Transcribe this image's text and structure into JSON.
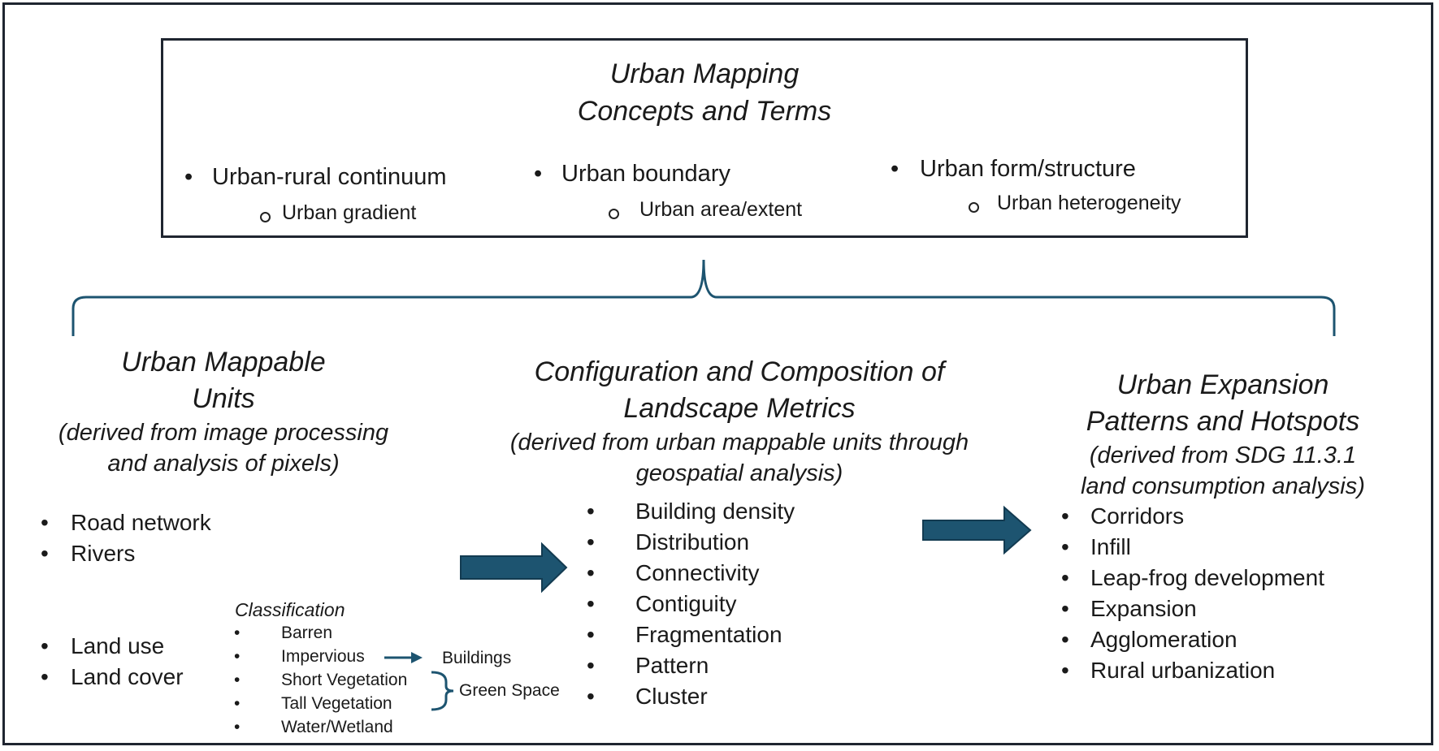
{
  "top_box": {
    "title_line1": "Urban Mapping",
    "title_line2": "Concepts and Terms",
    "concepts": [
      {
        "label": "Urban-rural continuum",
        "sub": "Urban gradient"
      },
      {
        "label": "Urban boundary",
        "sub": "Urban area/extent"
      },
      {
        "label": "Urban form/structure",
        "sub": "Urban heterogeneity"
      }
    ]
  },
  "columns": {
    "left": {
      "title_line1": "Urban Mappable",
      "title_line2": "Units",
      "subtitle_line1": "(derived from image processing",
      "subtitle_line2": "and analysis of pixels)",
      "items_a": [
        "Road network",
        "Rivers"
      ],
      "items_b": [
        "Land use",
        "Land cover"
      ],
      "classification": {
        "heading": "Classification",
        "items": [
          "Barren",
          "Impervious",
          "Short Vegetation",
          "Tall Vegetation",
          "Water/Wetland"
        ],
        "buildings_label": "Buildings",
        "green_space_label": "Green Space"
      }
    },
    "middle": {
      "title_line1": "Configuration and Composition of",
      "title_line2": "Landscape Metrics",
      "subtitle_line1": "(derived from urban mappable units through",
      "subtitle_line2": "geospatial analysis)",
      "items": [
        "Building density",
        "Distribution",
        "Connectivity",
        "Contiguity",
        "Fragmentation",
        "Pattern",
        "Cluster"
      ]
    },
    "right": {
      "title_line1": "Urban Expansion",
      "title_line2": "Patterns and Hotspots",
      "subtitle_line1": "(derived from SDG 11.3.1",
      "subtitle_line2": "land consumption analysis)",
      "items": [
        "Corridors",
        "Infill",
        "Leap-frog development",
        "Expansion",
        "Agglomeration",
        "Rural urbanization"
      ]
    }
  },
  "colors": {
    "arrow": "#1d5470",
    "brace": "#1d5470",
    "border": "#1f2530",
    "text": "#1a1a1a"
  }
}
